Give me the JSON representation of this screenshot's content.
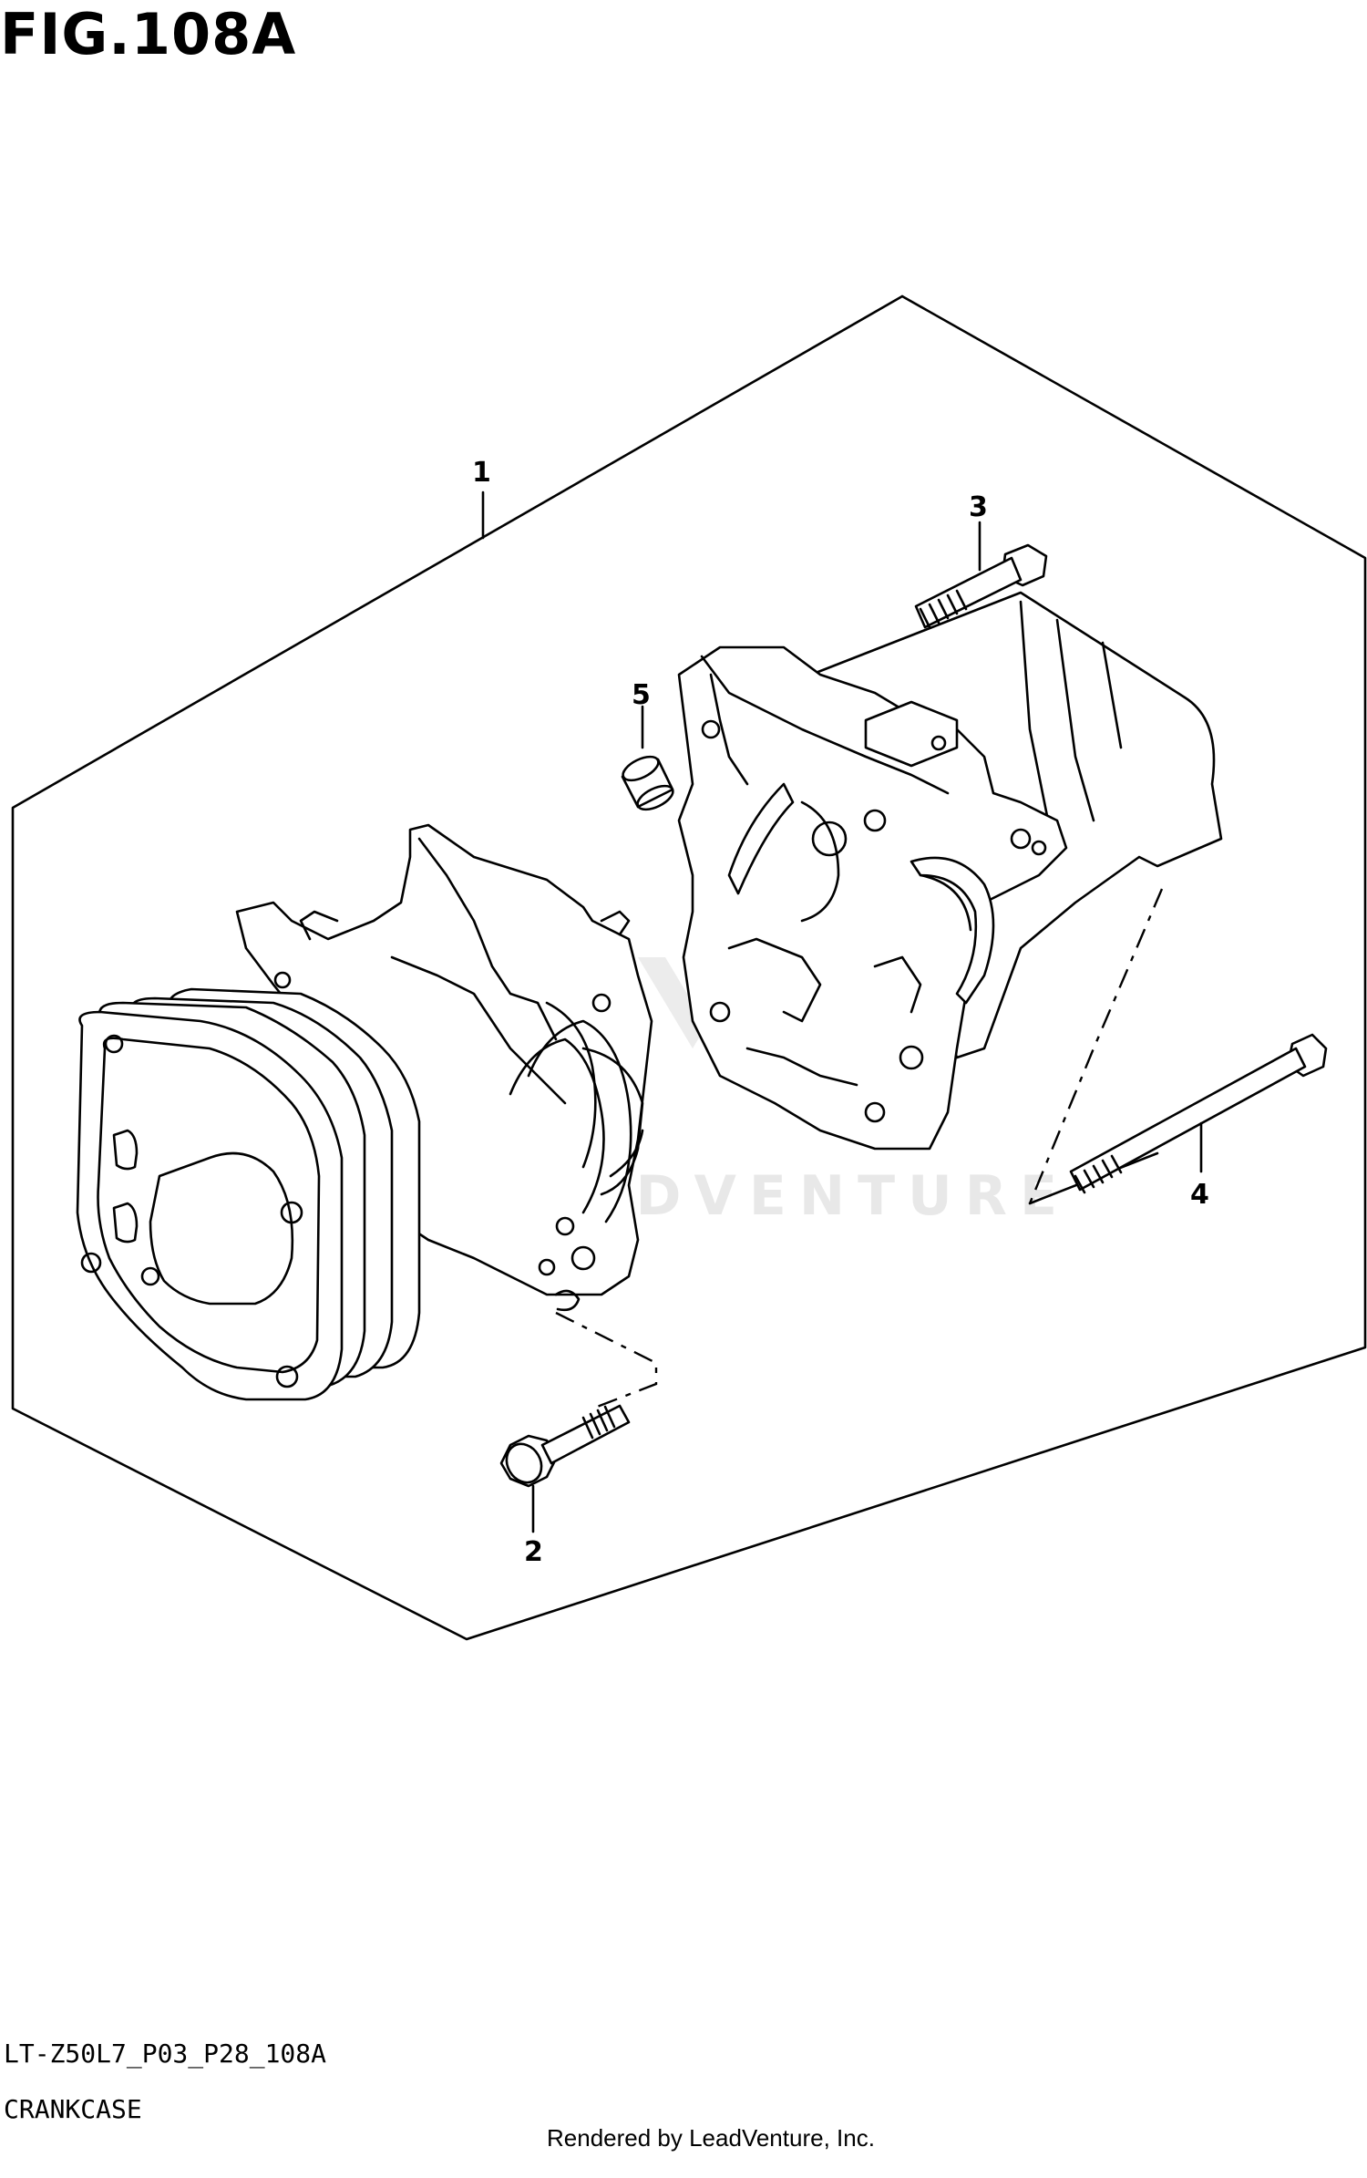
{
  "figure": {
    "title": "FIG.108A",
    "code": "LT-Z50L7_P03_P28_108A",
    "section": "CRANKCASE",
    "rendered_by": "Rendered by LeadVenture, Inc.",
    "watermark": "LEADVENTURE"
  },
  "callouts": [
    {
      "number": "1",
      "part": "crankcase-assembly"
    },
    {
      "number": "2",
      "part": "short-bolt"
    },
    {
      "number": "3",
      "part": "medium-bolt"
    },
    {
      "number": "4",
      "part": "long-bolt"
    },
    {
      "number": "5",
      "part": "dowel-pin"
    }
  ],
  "colors": {
    "line": "#000000",
    "background": "#ffffff",
    "watermark": "#e8e8e8"
  }
}
